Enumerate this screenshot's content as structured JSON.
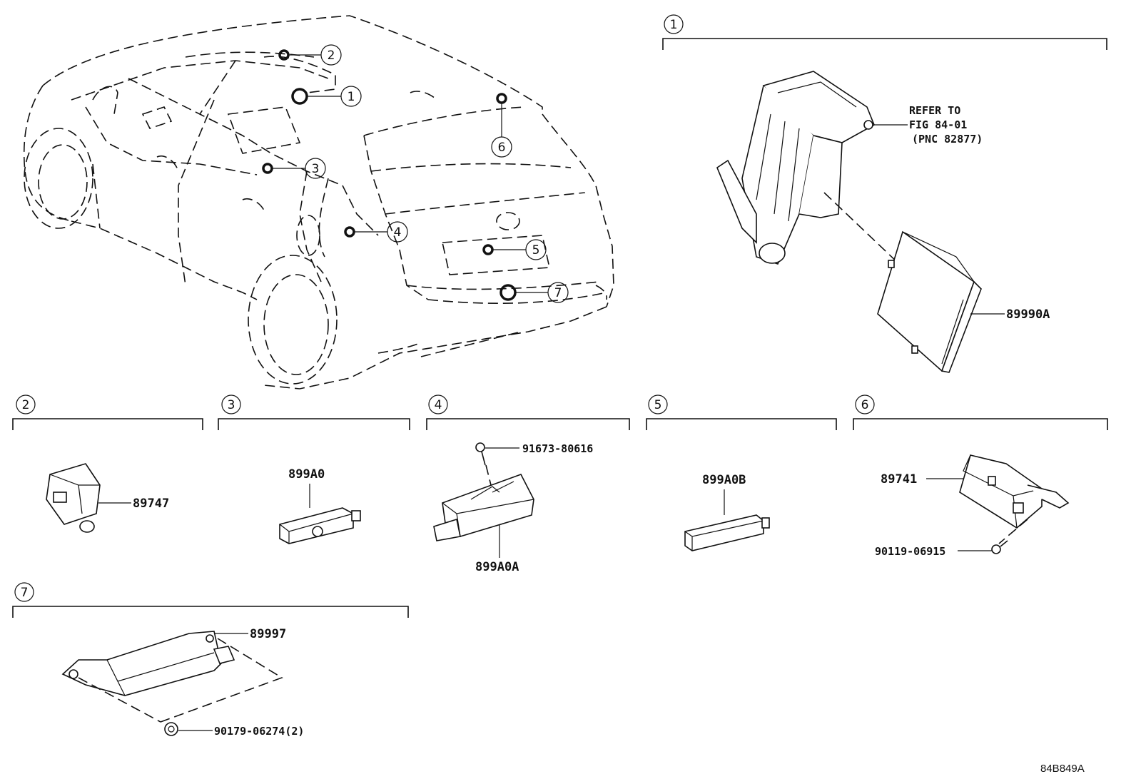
{
  "callouts": [
    "1",
    "2",
    "3",
    "4",
    "5",
    "6",
    "7"
  ],
  "section_markers": {
    "s1": "1",
    "s2": "2",
    "s3": "3",
    "s4": "4",
    "s5": "5",
    "s6": "6",
    "s7": "7"
  },
  "refer_note": {
    "line1": "REFER TO",
    "line2": "FIG 84-01",
    "line3": "(PNC 82877)"
  },
  "parts": {
    "p89990A": "89990A",
    "p89747": "89747",
    "p899A0": "899A0",
    "p91673": "91673-80616",
    "p899A0A": "899A0A",
    "p899A0B": "899A0B",
    "p89741": "89741",
    "p90119": "90119-06915",
    "p89997": "89997",
    "p90179": "90179-06274(2)"
  },
  "diagram_code": "84B849A"
}
